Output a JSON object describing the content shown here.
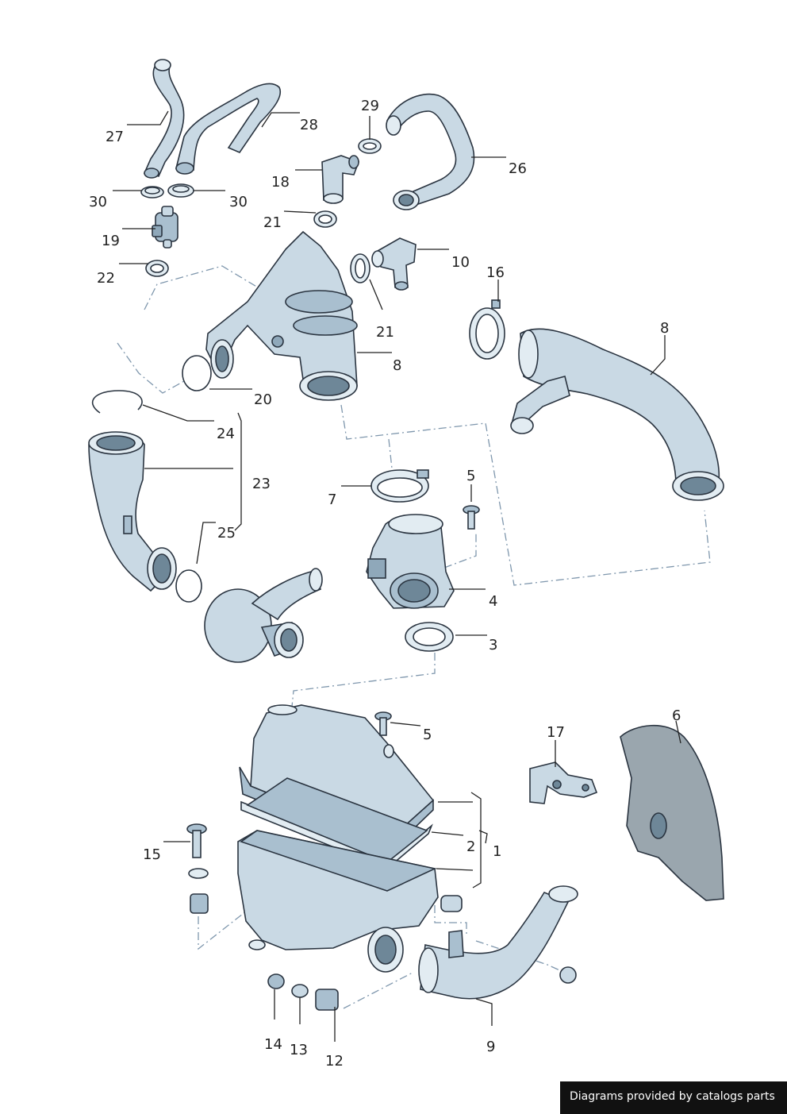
{
  "callouts": {
    "c1": "1",
    "c2": "2",
    "c3": "3",
    "c4": "4",
    "c5a": "5",
    "c5b": "5",
    "c6": "6",
    "c7": "7",
    "c8a": "8",
    "c8b": "8",
    "c9": "9",
    "c10": "10",
    "c12": "12",
    "c13": "13",
    "c14": "14",
    "c15": "15",
    "c16": "16",
    "c17": "17",
    "c18": "18",
    "c19": "19",
    "c20": "20",
    "c21a": "21",
    "c21b": "21",
    "c22": "22",
    "c23": "23",
    "c24": "24",
    "c25": "25",
    "c26": "26",
    "c27": "27",
    "c28": "28",
    "c29": "29",
    "c30a": "30",
    "c30b": "30"
  },
  "footer": {
    "text": "Diagrams provided by catalogs parts"
  },
  "colors": {
    "part_fill": "#c9d9e4",
    "part_shade": "#a9bfcf",
    "outline": "#2a3440",
    "leader": "#222222",
    "dashed_link": "#7f97ad",
    "footer_bg": "#111111"
  }
}
